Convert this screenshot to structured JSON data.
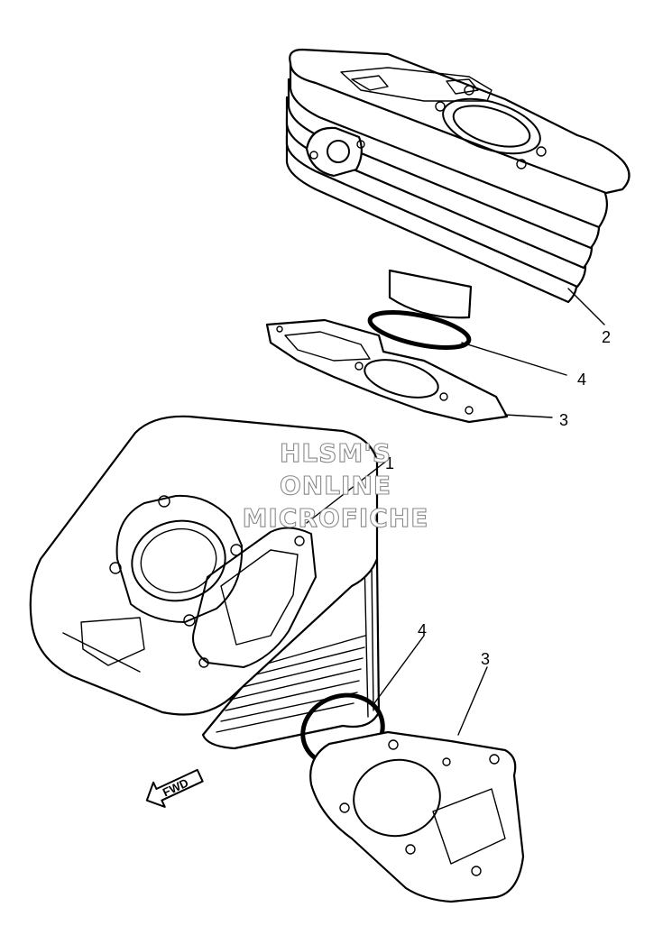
{
  "callouts": {
    "top_cylinder": "2",
    "top_ring": "4",
    "top_gasket": "3",
    "bottom_cylinder": "1",
    "bottom_ring": "4",
    "bottom_gasket": "3"
  },
  "watermark": {
    "line1": "HLSM'S",
    "line2": "ONLINE",
    "line3": "MICROFICHE"
  },
  "direction_marker": "FWD",
  "colors": {
    "ink": "#000000",
    "watermark": "#8a8a8a",
    "paper": "#ffffff"
  }
}
